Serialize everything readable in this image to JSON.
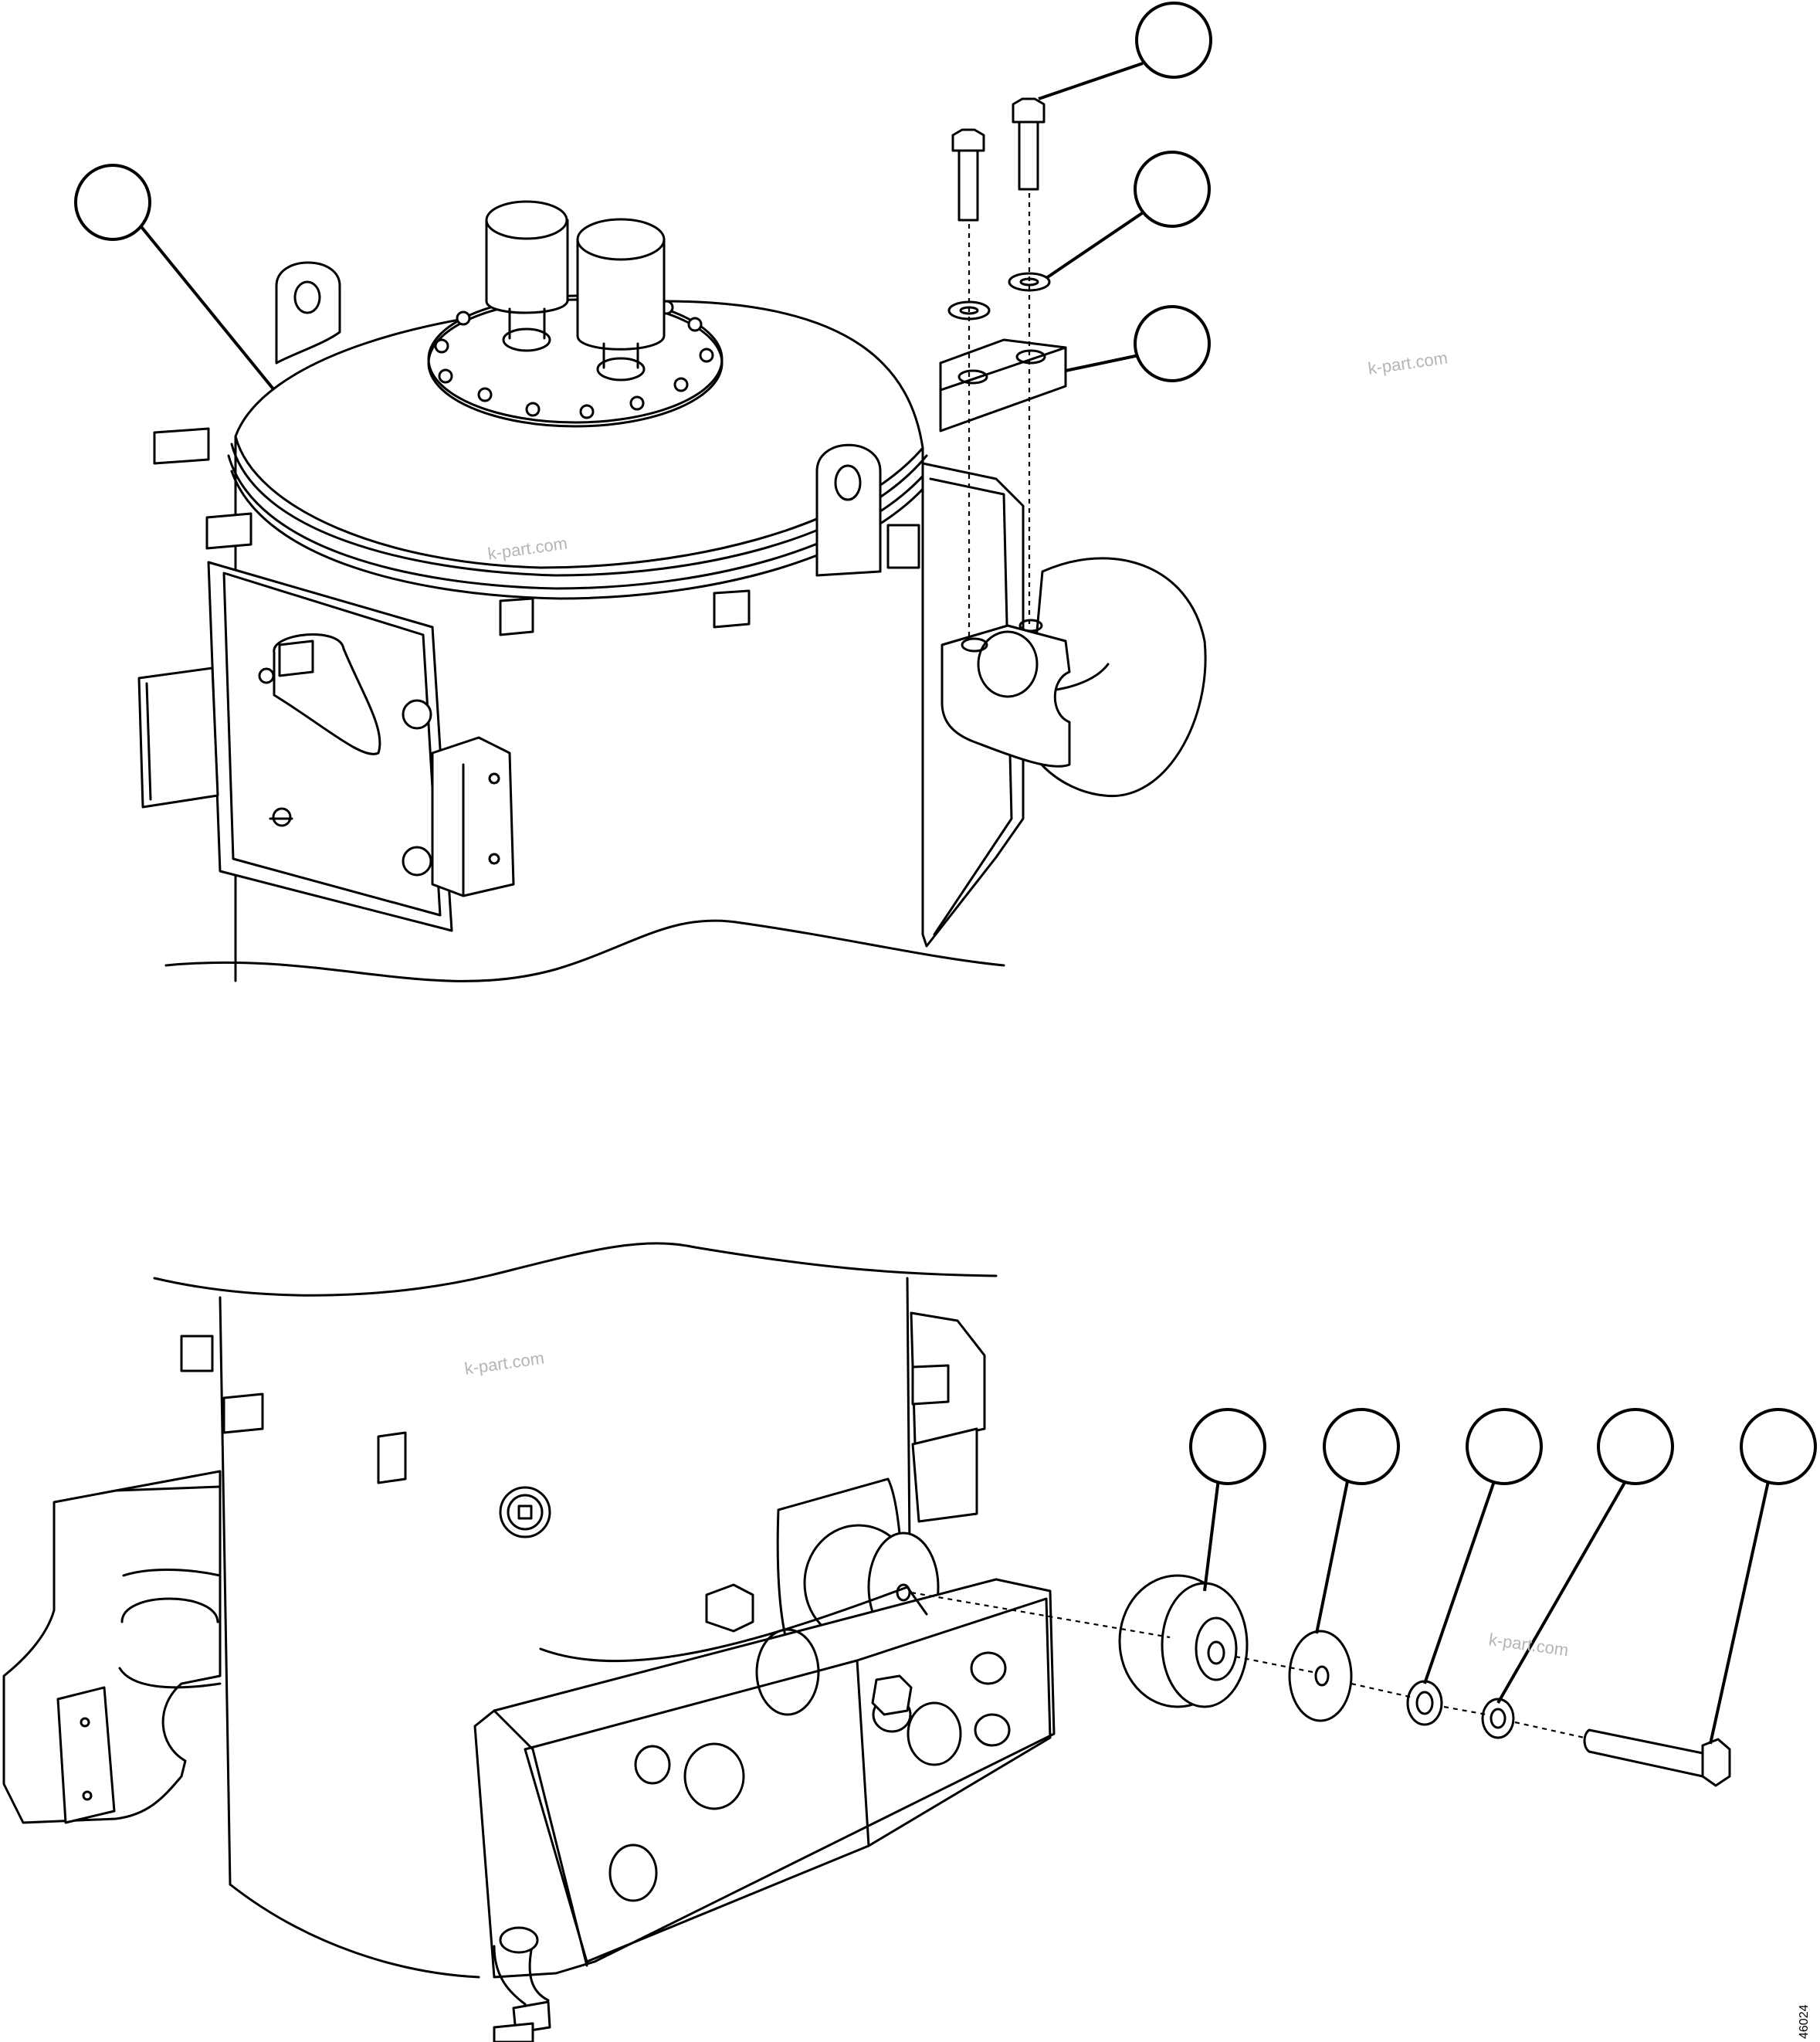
{
  "watermarks": [
    "k-part.com",
    "k-part.com",
    "k-part.com",
    "k-part.com"
  ],
  "drawing_number": "46024"
}
